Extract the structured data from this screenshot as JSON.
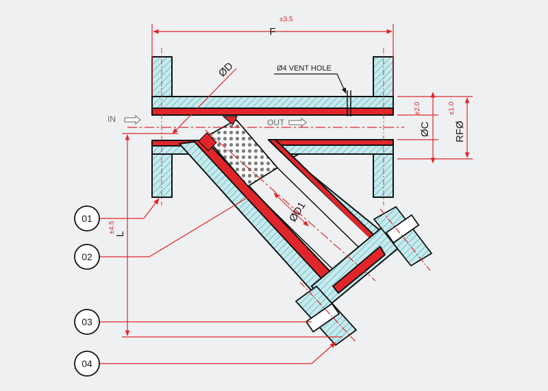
{
  "drawing": {
    "colors": {
      "body_fill": "#c9e9ec",
      "hatch": "#4bbac4",
      "lining": "#e0262a",
      "outline": "#111111",
      "dimension": "#e0262a",
      "background": "#eef0f1"
    },
    "labels": {
      "F": "F",
      "F_tol": "±3.5",
      "D": "ØD",
      "vent": "Ø4 VENT HOLE",
      "C": "ØC",
      "C_tol": "±2.0",
      "RF": "RFØ",
      "RF_tol": "±1.0",
      "D1": "ØD1",
      "L": "L",
      "L_tol": "±4.5",
      "in": "IN",
      "out": "OUT"
    },
    "callouts": [
      {
        "id": "01"
      },
      {
        "id": "02"
      },
      {
        "id": "03"
      },
      {
        "id": "04"
      }
    ]
  }
}
